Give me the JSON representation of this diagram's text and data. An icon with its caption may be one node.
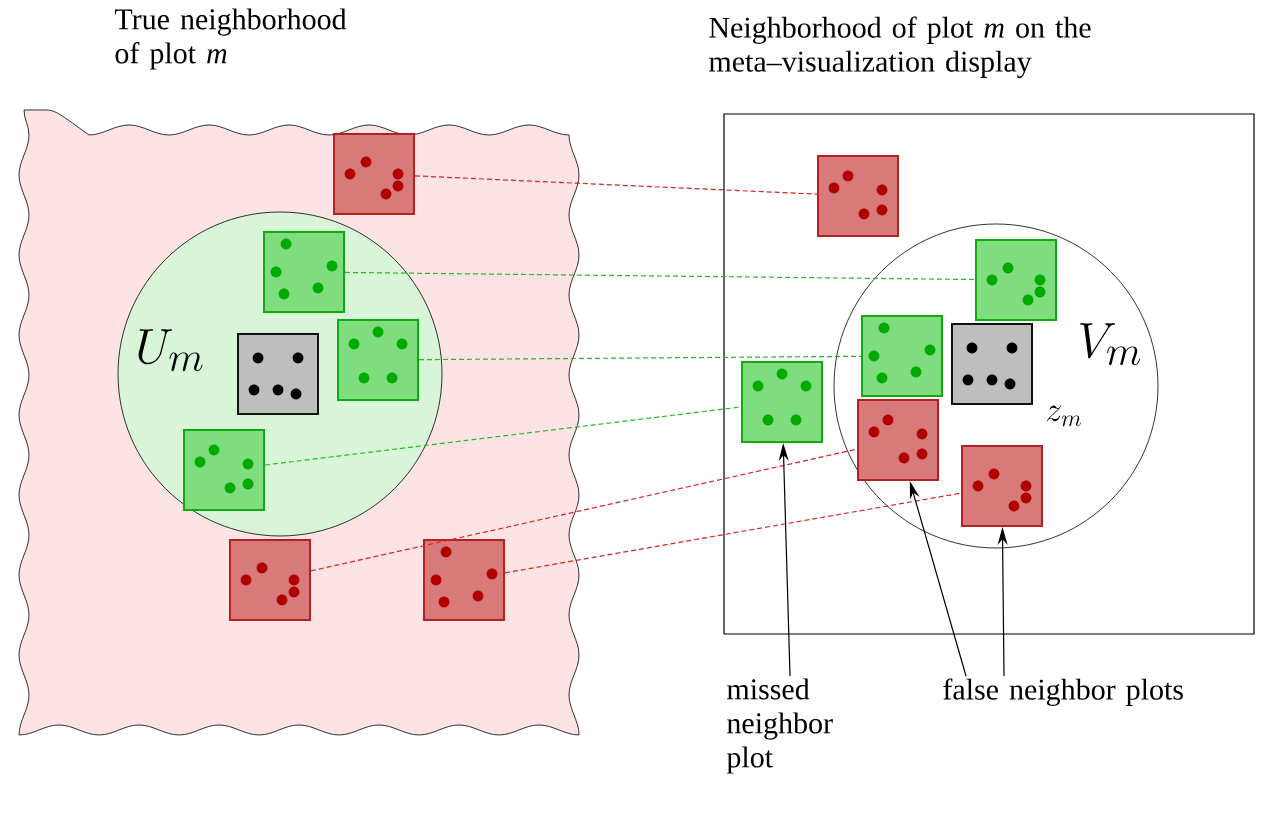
{
  "diagram": {
    "nodes": [
      {
        "text": [
          "True neighborhood of plot *m*"
        ]
      },
      {
        "text": [
          "U_m"
        ],
        "in": 0
      },
      {
        "text": [],
        "shape": "box",
        "in": 0
      },
      {
        "text": [],
        "shape": "box",
        "in": 1
      },
      {
        "text": [],
        "shape": "box",
        "in": 1
      },
      {
        "text": [],
        "shape": "box",
        "in": 1
      },
      {
        "text": [],
        "shape": "box",
        "in": 1
      },
      {
        "text": [],
        "shape": "box",
        "in": 0
      },
      {
        "text": [],
        "shape": "box",
        "in": 0
      },
      {
        "text": [
          "Neighborhood of plot *m* on the meta–visualization display"
        ]
      },
      {
        "text": [
          "V_m"
        ],
        "in": 9
      },
      {
        "text": [],
        "shape": "box",
        "in": 9
      },
      {
        "text": [],
        "shape": "box",
        "in": 10
      },
      {
        "text": [],
        "shape": "box",
        "in": 10
      },
      {
        "text": [],
        "shape": "box",
        "in": 10,
        "beside": [
          "z_m"
        ]
      },
      {
        "text": [],
        "shape": "box",
        "in": 9
      },
      {
        "text": [],
        "shape": "box",
        "in": 10
      },
      {
        "text": [],
        "shape": "box",
        "in": 10
      },
      {
        "text": [
          "missed neighbor plot"
        ]
      },
      {
        "text": [
          "false  neighbor plots"
        ]
      }
    ],
    "edges": [
      {
        "from": 2,
        "to": 11,
        "arrow": "none",
        "style": "dashed",
        "color": "#dd2222"
      },
      {
        "from": 3,
        "to": 12,
        "arrow": "none",
        "style": "dashed",
        "color": "#22bb22"
      },
      {
        "from": 5,
        "to": 13,
        "arrow": "none",
        "style": "dashed",
        "color": "#22bb22"
      },
      {
        "from": 6,
        "to": 15,
        "arrow": "none",
        "style": "dashed",
        "color": "#22bb22"
      },
      {
        "from": 7,
        "to": 16,
        "arrow": "none",
        "style": "dashed",
        "color": "#dd2222"
      },
      {
        "from": 8,
        "to": 17,
        "arrow": "none",
        "style": "dashed",
        "color": "#dd2222"
      },
      {
        "from": 18,
        "to": 15,
        "arrow": "to",
        "color": "#000000"
      },
      {
        "from": 19,
        "to": 16,
        "arrow": "to",
        "color": "#000000"
      },
      {
        "from": 19,
        "to": 17,
        "arrow": "to",
        "color": "#000000"
      }
    ]
  }
}
